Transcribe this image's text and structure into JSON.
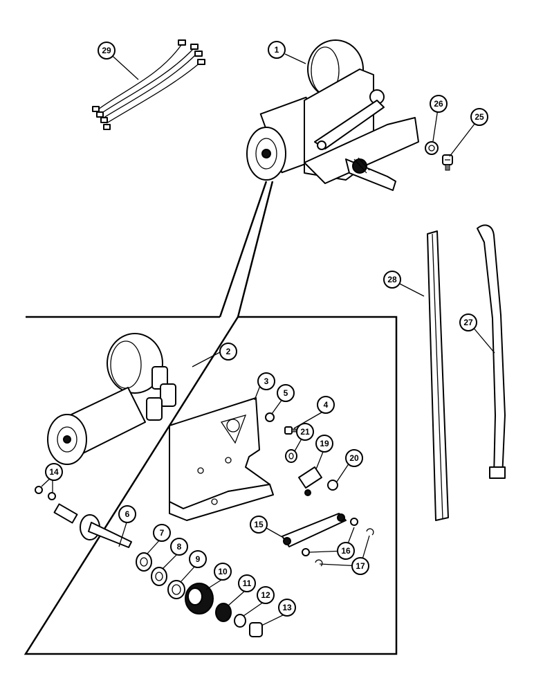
{
  "callouts": [
    {
      "id": "1",
      "label": "1"
    },
    {
      "id": "2",
      "label": "2"
    },
    {
      "id": "3",
      "label": "3"
    },
    {
      "id": "4",
      "label": "4"
    },
    {
      "id": "5",
      "label": "5"
    },
    {
      "id": "6",
      "label": "6"
    },
    {
      "id": "7",
      "label": "7"
    },
    {
      "id": "8",
      "label": "8"
    },
    {
      "id": "9",
      "label": "9"
    },
    {
      "id": "10",
      "label": "10"
    },
    {
      "id": "11",
      "label": "11"
    },
    {
      "id": "12",
      "label": "12"
    },
    {
      "id": "13",
      "label": "13"
    },
    {
      "id": "14",
      "label": "14"
    },
    {
      "id": "15",
      "label": "15"
    },
    {
      "id": "16",
      "label": "16"
    },
    {
      "id": "17",
      "label": "17"
    },
    {
      "id": "19",
      "label": "19"
    },
    {
      "id": "20",
      "label": "20"
    },
    {
      "id": "21",
      "label": "21"
    },
    {
      "id": "25",
      "label": "25"
    },
    {
      "id": "26",
      "label": "26"
    },
    {
      "id": "27",
      "label": "27"
    },
    {
      "id": "28",
      "label": "28"
    },
    {
      "id": "29",
      "label": "29"
    }
  ]
}
